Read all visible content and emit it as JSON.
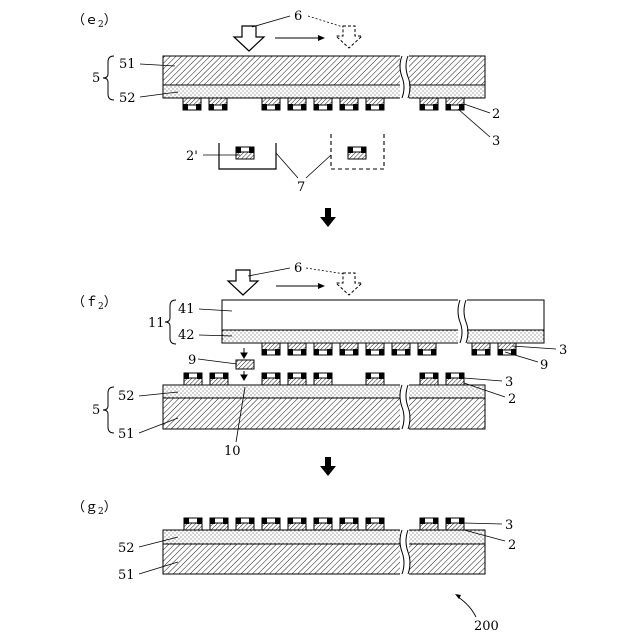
{
  "panels": {
    "e2": {
      "tag": "（ｅ",
      "sub": "2",
      "close": "）"
    },
    "f2": {
      "tag": "（ｆ",
      "sub": "2",
      "close": "）"
    },
    "g2": {
      "tag": "（ｇ",
      "sub": "2",
      "close": "）"
    }
  },
  "labels": {
    "n6": "6",
    "n5": "5",
    "n51": "51",
    "n52": "52",
    "n2": "2",
    "n3": "3",
    "n2p": "2'",
    "n7": "7",
    "n11": "11",
    "n41": "41",
    "n42": "42",
    "n9": "9",
    "n10": "10",
    "n200": "200"
  }
}
